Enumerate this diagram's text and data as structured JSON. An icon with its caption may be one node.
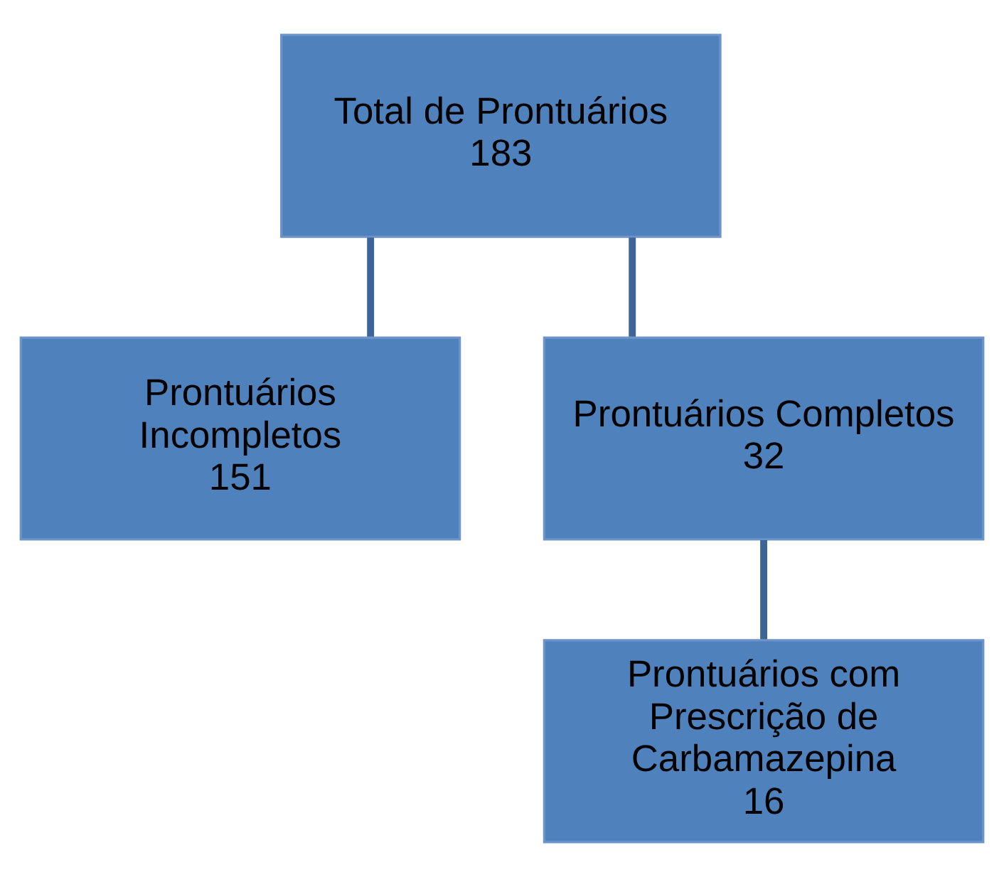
{
  "diagram": {
    "nodes": [
      {
        "text": [
          "Total de Prontuários",
          "183"
        ]
      },
      {
        "text": [
          "Prontuários Incompletos",
          "151"
        ]
      },
      {
        "text": [
          "Prontuários Completos",
          "32"
        ]
      },
      {
        "text": [
          "Prontuários com Prescrição de Carbamazepina",
          "16"
        ]
      }
    ],
    "edges": [
      {
        "from": 0,
        "to": 1,
        "arrow": "none"
      },
      {
        "from": 0,
        "to": 2,
        "arrow": "none"
      },
      {
        "from": 2,
        "to": 3,
        "arrow": "none"
      }
    ]
  }
}
